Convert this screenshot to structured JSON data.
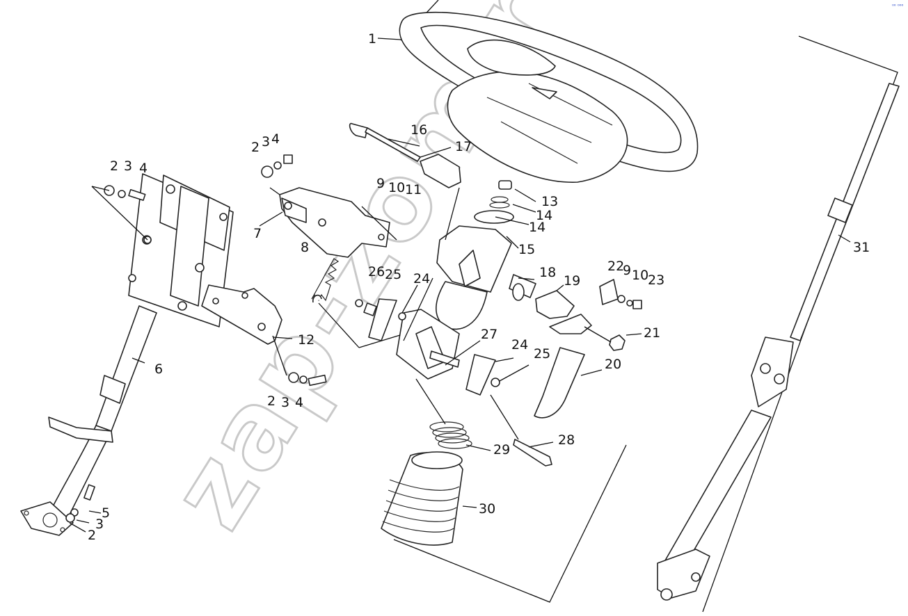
{
  "watermark": "zap-zom.ru",
  "corner_mark": "⁰⁰ ⁰⁰⁰",
  "callouts": [
    "1",
    "2",
    "3",
    "4",
    "5",
    "6",
    "7",
    "8",
    "9",
    "10",
    "11",
    "12",
    "13",
    "14",
    "15",
    "16",
    "17",
    "18",
    "19",
    "20",
    "21",
    "22",
    "23",
    "24",
    "25",
    "26",
    "27",
    "28",
    "29",
    "30",
    "31"
  ],
  "labels": {
    "n1": "1",
    "n2a": "2",
    "n3a": "3",
    "n4a": "4",
    "n2b": "2",
    "n3b": "3",
    "n4b": "4",
    "n2c": "2",
    "n3c": "3",
    "n4c": "4",
    "n2d": "2",
    "n3d": "3",
    "n5": "5",
    "n6": "6",
    "n7": "7",
    "n8": "8",
    "n9a": "9",
    "n10a": "10",
    "n11": "11",
    "n12": "12",
    "n13": "13",
    "n14a": "14",
    "n14b": "14",
    "n15": "15",
    "n16": "16",
    "n17": "17",
    "n18": "18",
    "n19": "19",
    "n20": "20",
    "n21": "21",
    "n22": "22",
    "n9b": "9",
    "n10b": "10",
    "n23": "23",
    "n24a": "24",
    "n25a": "25",
    "n26": "26",
    "n27": "27",
    "n24b": "24",
    "n25b": "25",
    "n28": "28",
    "n29": "29",
    "n30": "30",
    "n31": "31"
  },
  "icons": {
    "screw": "bolt-icon",
    "washer": "washer-icon",
    "nut": "nut-icon"
  }
}
